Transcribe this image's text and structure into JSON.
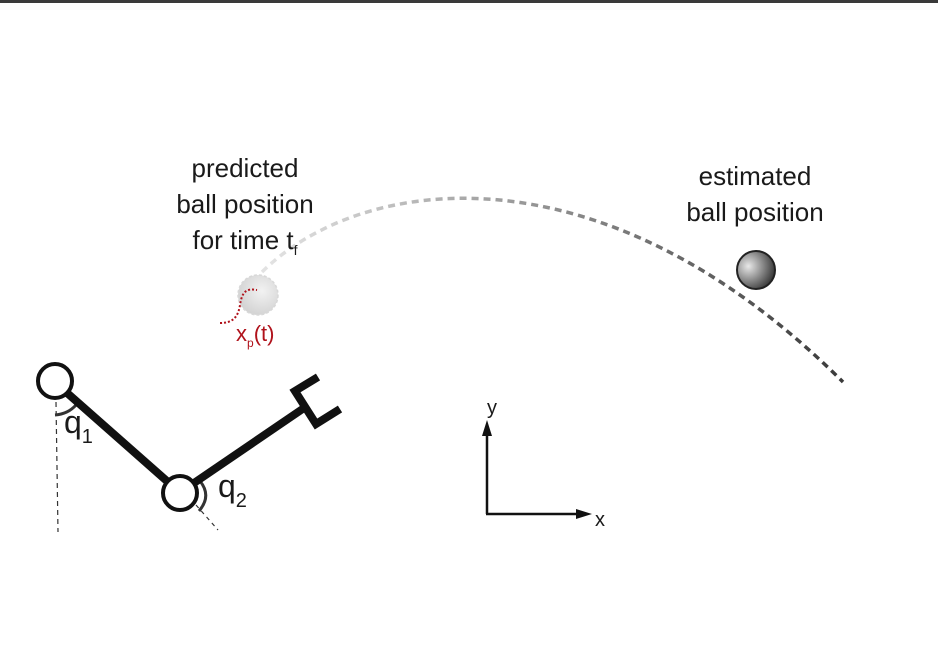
{
  "labels": {
    "predicted": [
      "predicted",
      "ball position",
      "for time t"
    ],
    "predicted_sub": "f",
    "estimated": [
      "estimated",
      "ball position"
    ],
    "xp": "x",
    "xp_sub": "p",
    "xp_arg": "(t)",
    "q1": "q",
    "q1_sub": "1",
    "q2": "q",
    "q2_sub": "2",
    "axis_x": "x",
    "axis_y": "y"
  },
  "colors": {
    "accent_red": "#b0121b",
    "ink": "#111111"
  }
}
